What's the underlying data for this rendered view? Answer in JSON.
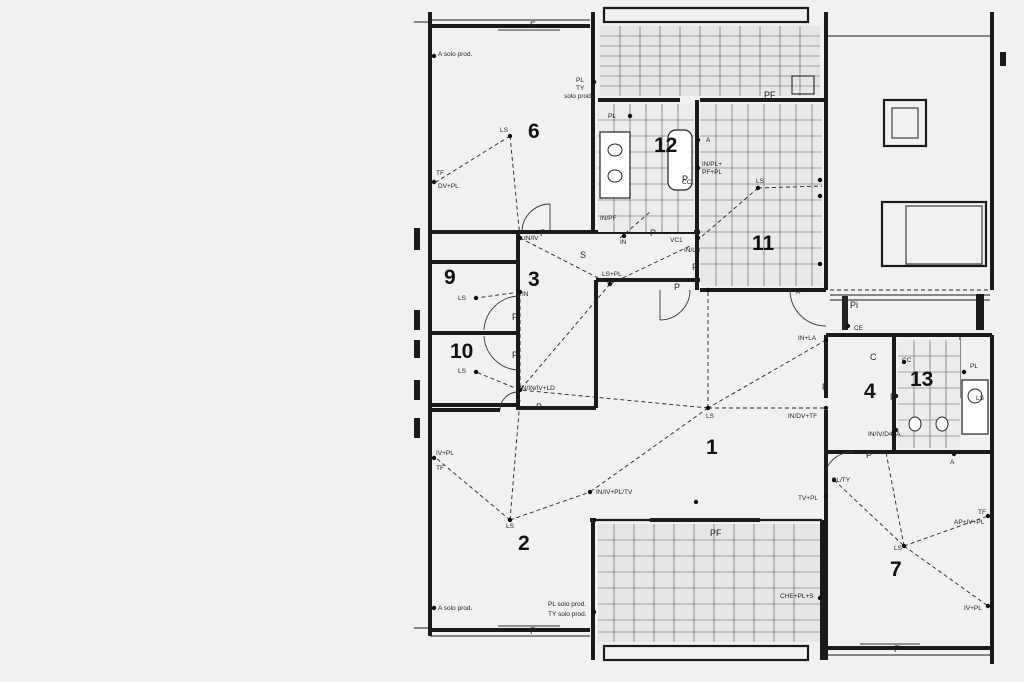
{
  "rooms": {
    "r1": "1",
    "r2": "2",
    "r3": "3",
    "r4": "4",
    "r6": "6",
    "r7": "7",
    "r9": "9",
    "r10": "10",
    "r11": "11",
    "r12": "12",
    "r13": "13"
  },
  "letters": {
    "s": "S",
    "c": "C",
    "pi": "Pi",
    "pf1": "PF",
    "pf2": "PF",
    "f1": "F",
    "f2": "F",
    "f3": "F"
  },
  "labels": {
    "asolo_top": "A solo prod.",
    "ls6": "LS",
    "tf6": "TF",
    "dvpl6": "DV+PL",
    "pl_ty_top": "PL",
    "ty_top": "TY",
    "solo_top": "solo prod.",
    "pl12": "PL",
    "a12": "A",
    "ivpl12": "IN/PL+",
    "pfpl12": "PF+PL",
    "cc12": "CC",
    "ls11": "LS",
    "ivpf": "IN/PF",
    "in_hall": "IN",
    "vc1": "VC1",
    "inlb": "IN/LB",
    "ls9": "LS",
    "in9": "IN",
    "lspl3": "LS+PL",
    "ls10": "LS",
    "in10": "IN/IN/IV+LD",
    "iniv": "IN/IV",
    "a_ai": "A",
    "ce": "CE",
    "inla": "IN+LA",
    "cc13": "CC",
    "pl13": "PL",
    "ls13": "LS",
    "ind4": "IN/IV/D4LA",
    "a13": "A",
    "ls1": "LS",
    "indv": "IN/DV+TF",
    "tvpl": "TV+PL",
    "ivdvpl": "IN/IV+PL/TV",
    "plty7": "PL/TY",
    "ivpl2": "IV+PL",
    "tf2": "TF",
    "ls2": "LS",
    "asolo_bot": "A solo prod.",
    "pl_solo_bot": "PL solo prod.",
    "ty_solo_bot": "TY solo prod.",
    "tf7": "TF",
    "apivpl7": "AP+IV+PL",
    "ls7": "LS",
    "ivpl7": "IV+PL",
    "cheo": "CHE+PL+S"
  }
}
